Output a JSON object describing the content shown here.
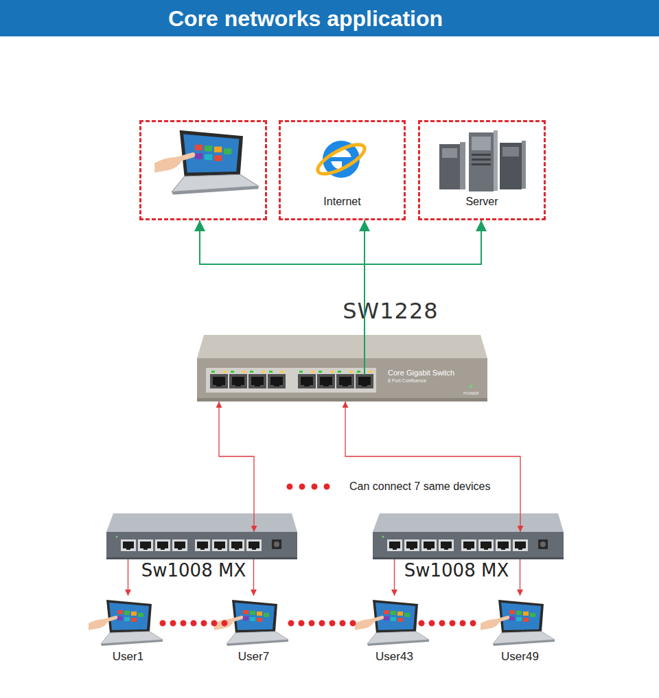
{
  "diagram": {
    "title": "Core networks application",
    "nodes": [
      {
        "text": []
      },
      {
        "text": [
          "Internet"
        ]
      },
      {
        "text": [
          "Server"
        ]
      },
      {
        "text": [
          "SW1228",
          "Core Gigabit Switch",
          "8 Port Confluence",
          "POWER"
        ]
      },
      {
        "text": [
          "Sw1008 MX"
        ]
      },
      {
        "text": [
          "Sw1008 MX"
        ]
      },
      {
        "text": [
          "User1"
        ]
      },
      {
        "text": [
          "User7"
        ]
      },
      {
        "text": [
          "User43"
        ]
      },
      {
        "text": [
          "User49"
        ]
      }
    ],
    "edges": [
      {
        "from": 3,
        "to": 0,
        "arrow": "to"
      },
      {
        "from": 3,
        "to": 1,
        "arrow": "to"
      },
      {
        "from": 3,
        "to": 2,
        "arrow": "to"
      },
      {
        "from": 3,
        "to": 4,
        "arrow": "both"
      },
      {
        "from": 3,
        "to": 5,
        "arrow": "both"
      },
      {
        "from": 4,
        "to": 6,
        "arrow": "to"
      },
      {
        "from": 4,
        "to": 7,
        "arrow": "to"
      },
      {
        "from": 5,
        "to": 8,
        "arrow": "to"
      },
      {
        "from": 5,
        "to": 9,
        "arrow": "to"
      }
    ],
    "labels": [
      "Can connect 7 same devices"
    ]
  }
}
